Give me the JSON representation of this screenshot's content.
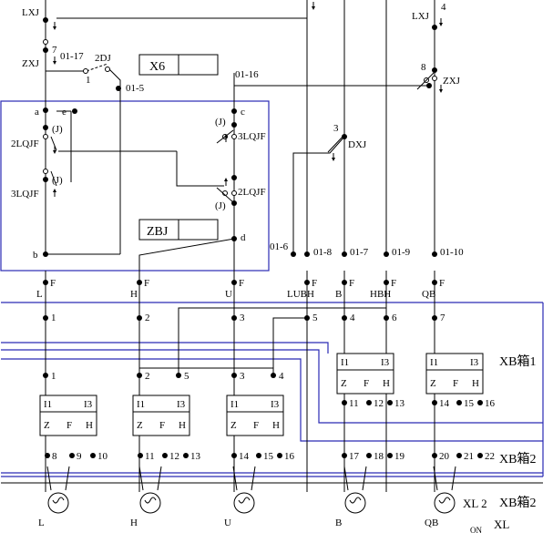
{
  "relays": {
    "lxj_left": "LXJ",
    "zxj_left": "ZXJ",
    "lxj_right": "LXJ",
    "zxj_right": "ZXJ",
    "dj2": "2DJ",
    "dxj": "DXJ",
    "lqjf2_a": "2LQJF",
    "lqjf3_a": "3LQJF",
    "lqjf3_b": "3LQJF",
    "lqjf2_b": "2LQJF",
    "j": "(J)"
  },
  "boxes": {
    "x6": "X6",
    "zbj": "ZBJ"
  },
  "terminals": {
    "t0117": "01-17",
    "t015": "01-5",
    "t0116": "01-16",
    "t016": "01-6",
    "t018": "01-8",
    "t017": "01-7",
    "t019": "01-9",
    "t0110": "01-10"
  },
  "nodes": {
    "a": "a",
    "e": "e",
    "b": "b",
    "c": "c",
    "d": "d",
    "n1": "1",
    "n3": "3",
    "n4": "4",
    "n7": "7",
    "n8": "8"
  },
  "fuse_label": "F",
  "lamp_labels": [
    "L",
    "H",
    "U",
    "LUBH",
    "B",
    "HBH",
    "QB"
  ],
  "row_nums": {
    "r1": [
      "1",
      "2",
      "3",
      "5",
      "4",
      "6",
      "7"
    ],
    "r2": [
      "1",
      "2",
      "5",
      "3",
      "4"
    ]
  },
  "unit_pins": {
    "i1": "I1",
    "i3": "I3",
    "z": "Z",
    "f": "F",
    "h": "H"
  },
  "unit_nums": {
    "u1": [
      "11",
      "12",
      "13"
    ],
    "u2": [
      "14",
      "15",
      "16"
    ],
    "b1": [
      "8",
      "9",
      "10"
    ],
    "b2": [
      "11",
      "12",
      "13"
    ],
    "b3": [
      "14",
      "15",
      "16"
    ],
    "b4": [
      "17",
      "18",
      "19"
    ],
    "b5": [
      "20",
      "21",
      "22"
    ]
  },
  "boxes_xb": {
    "xb1": "XB箱1",
    "xb2a": "XB箱2",
    "xb2b": "XB箱2"
  },
  "bottom_labels": [
    "L",
    "H",
    "U",
    "B",
    "QB"
  ],
  "xl_labels": {
    "xl2": "XL 2",
    "xl": "XL",
    "on": "ON"
  }
}
